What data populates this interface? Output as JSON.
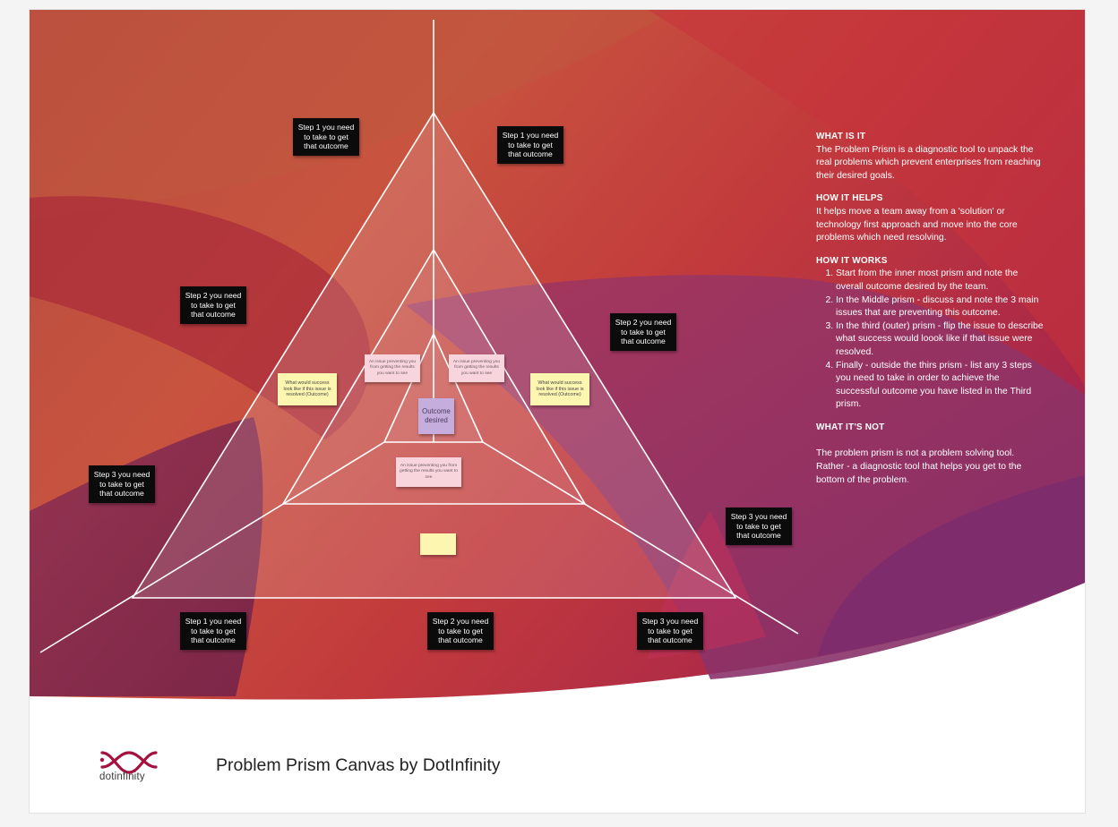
{
  "steps": {
    "top_left_1": "Step 1 you need to take to get that outcome",
    "top_right_1": "Step 1 you need to take to get that outcome",
    "left_2": "Step 2 you need to take to get that outcome",
    "right_2": "Step 2 you need to take to get that outcome",
    "left_3": "Step 3 you need to take to get that outcome",
    "right_3": "Step 3 you need to take to get that outcome",
    "bottom_1": "Step 1 you need to take to get that outcome",
    "bottom_2": "Step 2 you need to take to get that outcome",
    "bottom_3": "Step 3 you need to take to get that outcome"
  },
  "prism": {
    "outcome_left": "What would success look like if this issue is resolved (Outcome)",
    "outcome_right": "What would success look like if this issue is resolved (Outcome)",
    "issue_left": "An issue preventing you from getting the results you want to see",
    "issue_right": "An issue preventing you from getting the results you want to see",
    "issue_bottom": "An issue preventing you from getting the results you want to see",
    "outcome_desired": "Outcome desired",
    "outcome_bottom": ""
  },
  "info": {
    "what_heading": "WHAT IS IT",
    "what_text": "The Problem Prism is a diagnostic tool to unpack the real problems which prevent enterprises from reaching their desired goals.",
    "helps_heading": "HOW IT HELPS",
    "helps_text": "It helps move a team away from a 'solution' or technology first approach and move into the core problems which need resolving.",
    "works_heading": "HOW IT WORKS",
    "works_steps": [
      "Start from the inner most prism and note the overall outcome desired by the team.",
      "In the Middle prism - discuss and note the 3 main issues that are preventing this outcome.",
      "In the third (outer) prism - flip the issue to describe what success would loook like if that issue were resolved.",
      "Finally - outside the thirs prism - list any 3 steps you need to take in order to achieve the successful outcome you have listed in the Third prism."
    ],
    "not_heading": "WHAT IT'S NOT",
    "not_text": "The problem prism is not a problem solving tool. Rather - a diagnostic tool that helps you get to the bottom of the problem."
  },
  "footer": {
    "logo_text": "dotinfinity",
    "title": "Problem Prism Canvas by DotInfinity"
  },
  "colors": {
    "bg_orange": "#c85a3f",
    "bg_red": "#b8343c",
    "bg_purple": "#8a2f6a",
    "note_black": "#0b0b0b",
    "note_yellow": "#fdf6b0",
    "note_pink": "#f8d4dc",
    "note_purple": "#c5aedd",
    "logo": "#a5123f"
  }
}
